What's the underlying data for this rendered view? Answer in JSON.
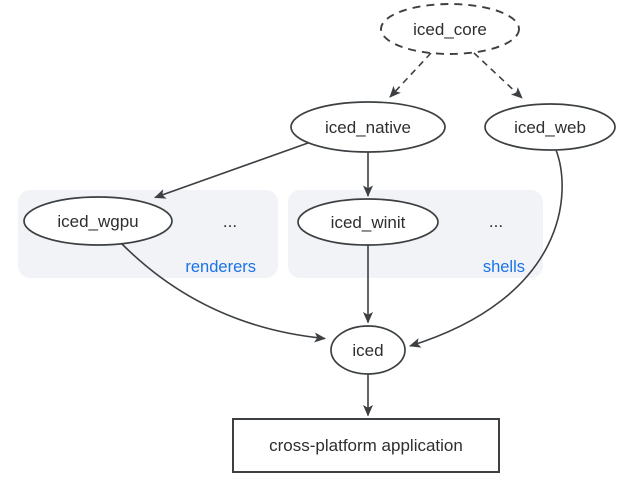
{
  "diagram": {
    "description": "iced ecosystem dependency diagram",
    "nodes": {
      "iced_core": "iced_core",
      "iced_native": "iced_native",
      "iced_web": "iced_web",
      "iced_wgpu": "iced_wgpu",
      "iced_winit": "iced_winit",
      "iced": "iced",
      "app": "cross-platform application"
    },
    "groups": {
      "renderers": {
        "label": "renderers",
        "more": "..."
      },
      "shells": {
        "label": "shells",
        "more": "..."
      }
    },
    "edges": [
      {
        "from": "iced_core",
        "to": "iced_native",
        "style": "dashed"
      },
      {
        "from": "iced_core",
        "to": "iced_web",
        "style": "dashed"
      },
      {
        "from": "iced_native",
        "to": "iced_wgpu",
        "style": "solid"
      },
      {
        "from": "iced_native",
        "to": "iced_winit",
        "style": "solid"
      },
      {
        "from": "iced_wgpu",
        "to": "iced",
        "style": "solid"
      },
      {
        "from": "iced_winit",
        "to": "iced",
        "style": "solid"
      },
      {
        "from": "iced_web",
        "to": "iced",
        "style": "solid"
      },
      {
        "from": "iced",
        "to": "app",
        "style": "solid"
      }
    ],
    "colors": {
      "stroke": "#3c4043",
      "text": "#2e2e2e",
      "group_fill": "#f1f3f6",
      "group_label_blue": "#1a73e8",
      "background": "#ffffff"
    }
  }
}
